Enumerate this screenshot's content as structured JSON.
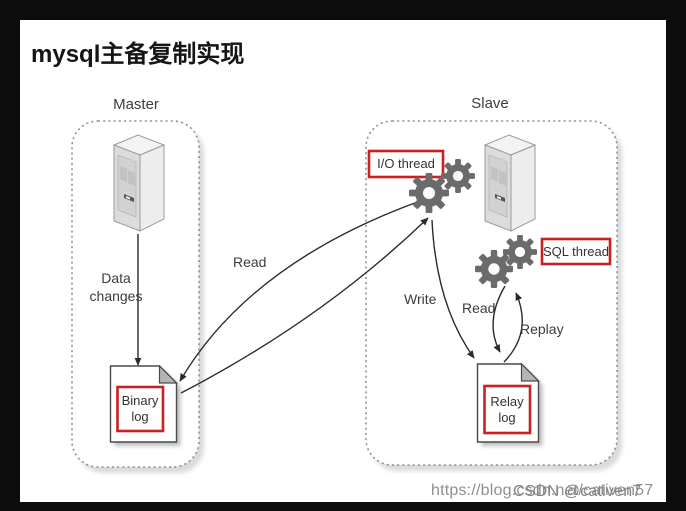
{
  "title": "mysql主备复制实现",
  "master": {
    "label": "Master",
    "data_changes_label": "Data\nchanges",
    "binary_log_label": "Binary\nlog"
  },
  "slave": {
    "label": "Slave",
    "io_thread_label": "I/O thread",
    "sql_thread_label": "SQL thread",
    "relay_log_label": "Relay\nlog",
    "write_label": "Write",
    "read_label": "Read",
    "replay_label": "Replay"
  },
  "flow": {
    "read_label": "Read"
  },
  "watermark": {
    "url_text": "https://blog.csdn.net/cativen57",
    "user_text": "CSDN @cativen7"
  },
  "colors": {
    "highlight_red": "#c92121",
    "gear_gray": "#6b6b6b",
    "frame_black": "#0d0d0d",
    "dotted_border_gray": "#909090",
    "label_gray": "#3c3c3c",
    "watermark_gray": "#8f8f8f"
  },
  "icons": {
    "master_server": "server-icon",
    "slave_server": "server-icon",
    "io_thread": "gear-icon",
    "sql_thread": "gear-icon",
    "binary_log": "document-icon",
    "relay_log": "document-icon"
  }
}
